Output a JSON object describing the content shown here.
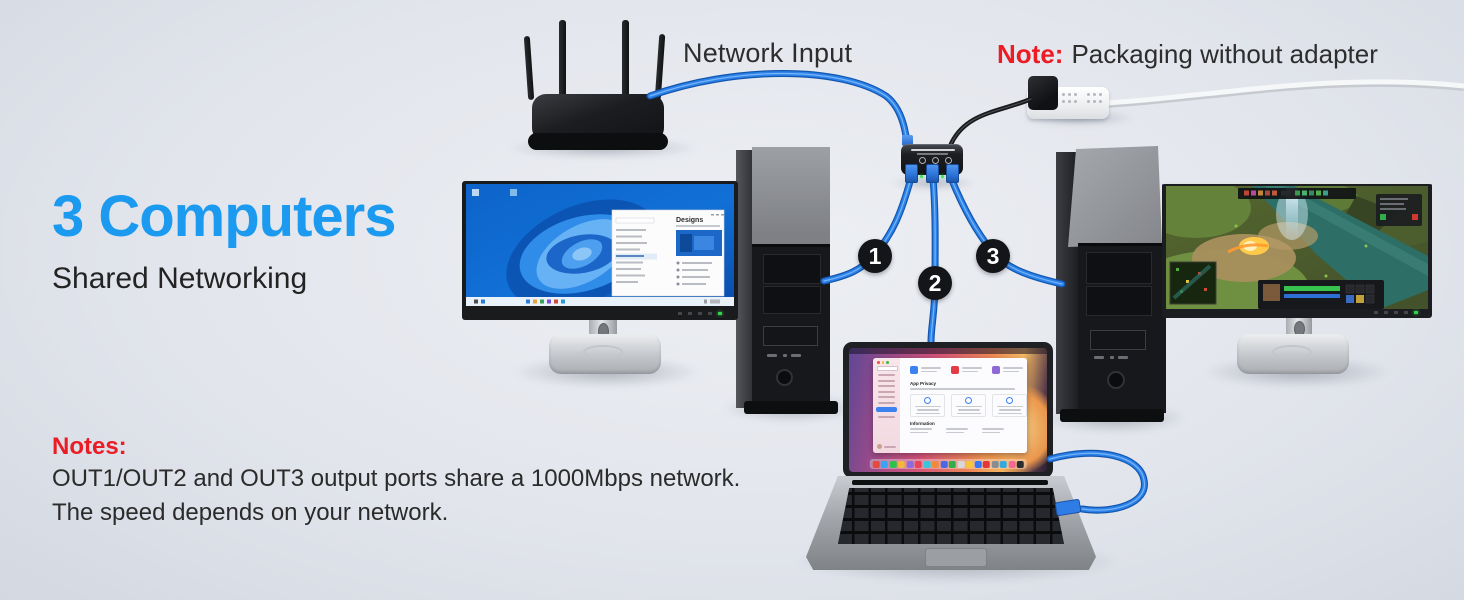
{
  "colors": {
    "accent_blue": "#1b9af0",
    "note_red": "#ec1c24",
    "cable_blue": "#2b82ea",
    "badge_bg": "#141518",
    "text_dark": "#2b2b2b"
  },
  "headline": {
    "title": "3 Computers",
    "subtitle": "Shared Networking"
  },
  "annotations": {
    "network_input": "Network Input",
    "top_note_label": "Note:",
    "top_note_text": "Packaging without adapter"
  },
  "notes": {
    "label": "Notes:",
    "line1": "OUT1/OUT2 and OUT3 output ports share a 1000Mbps network.",
    "line2": "The speed depends on your network."
  },
  "port_badges": [
    "1",
    "2",
    "3"
  ],
  "screens": {
    "windows_settings_title": "Designs",
    "macbook_app_privacy": "App Privacy",
    "macbook_information": "Information"
  }
}
